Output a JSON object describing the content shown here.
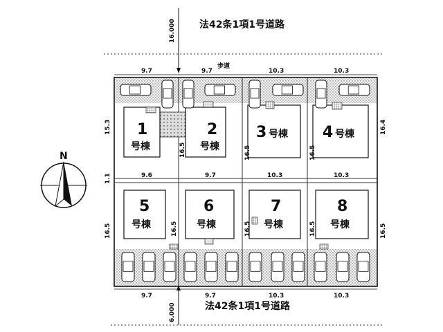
{
  "roads": {
    "top_label": "法42条1項1号道路",
    "bottom_label": "法42条1項1号道路",
    "top_width": "16.000",
    "bottom_width": "6.000",
    "sidewalk": "歩道"
  },
  "compass": {
    "label": "N"
  },
  "dimensions": {
    "top_widths": [
      "9.7",
      "9.7",
      "10.3",
      "10.3"
    ],
    "middle_widths": [
      "9.6",
      "9.7",
      "10.3",
      "10.3"
    ],
    "bottom_widths": [
      "9.7",
      "9.7",
      "10.3",
      "10.3"
    ],
    "left_upper_depth": "15.3",
    "left_gap": "1.1",
    "left_lower_depth": "16.5",
    "right_upper_depth": "16.4",
    "right_lower_depth": "16.5",
    "inner_upper_depths": [
      "16.5",
      "16.5",
      "16.5"
    ],
    "inner_lower_depths": [
      "16.5",
      "16.5",
      "16.5"
    ]
  },
  "lots": [
    {
      "number": "1",
      "suffix": "号棟"
    },
    {
      "number": "2",
      "suffix": "号棟"
    },
    {
      "number": "3",
      "suffix": "号棟"
    },
    {
      "number": "4",
      "suffix": "号棟"
    },
    {
      "number": "5",
      "suffix": "号棟"
    },
    {
      "number": "6",
      "suffix": "号棟"
    },
    {
      "number": "7",
      "suffix": "号棟"
    },
    {
      "number": "8",
      "suffix": "号棟"
    }
  ]
}
